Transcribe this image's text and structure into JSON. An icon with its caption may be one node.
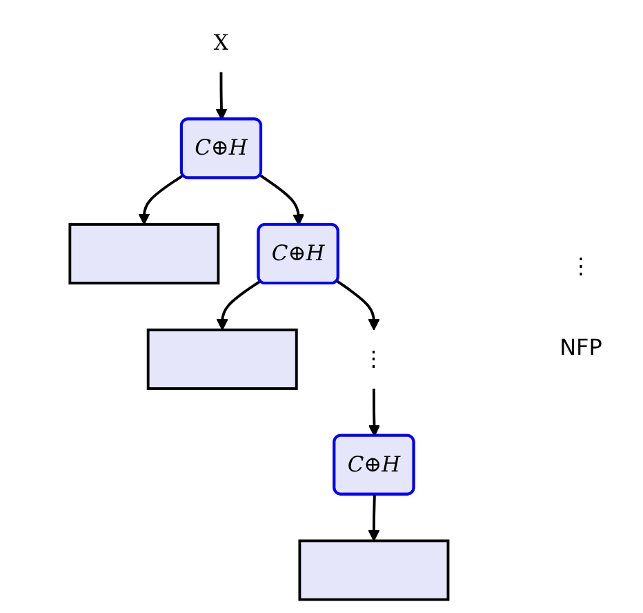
{
  "diagram": {
    "nodes": [
      {
        "text": [
          "X"
        ]
      },
      {
        "text": [
          "C⊕H"
        ]
      },
      {
        "text": [],
        "shape": "bar"
      },
      {
        "text": [
          "C⊕H"
        ]
      },
      {
        "text": [],
        "shape": "bar"
      },
      {
        "text": [
          "⋮"
        ]
      },
      {
        "text": [
          "C⊕H"
        ]
      },
      {
        "text": [],
        "shape": "bar"
      }
    ],
    "edges": [
      {
        "from": 0,
        "to": 1,
        "arrow": "to"
      },
      {
        "from": 1,
        "to": 2,
        "arrow": "to"
      },
      {
        "from": 1,
        "to": 3,
        "arrow": "to"
      },
      {
        "from": 3,
        "to": 4,
        "arrow": "to"
      },
      {
        "from": 3,
        "to": 5,
        "arrow": "to"
      },
      {
        "from": 5,
        "to": 6,
        "arrow": "to"
      },
      {
        "from": 6,
        "to": 7,
        "arrow": "to"
      }
    ],
    "labels": [
      "⋮",
      "NFP"
    ]
  }
}
